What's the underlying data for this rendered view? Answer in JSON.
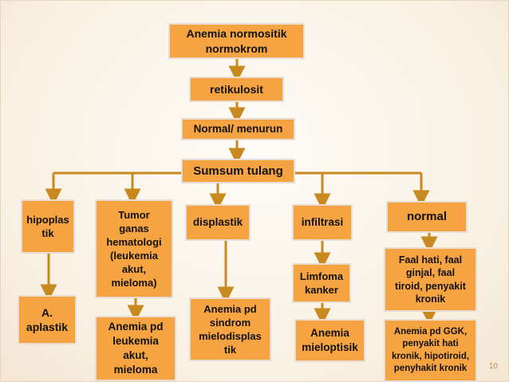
{
  "nodes": {
    "root": "Anemia normositik\nnormokrom",
    "retikulosit": "retikulosit",
    "normal_menurun": "Normal/ menurun",
    "sumsum_tulang": "Sumsum tulang",
    "hipoplastik": "hipoplas\ntik",
    "tumor_ganas": "Tumor\nganas\nhematologi\n(leukemia\nakut,\nmieloma)",
    "displastik": "displastik",
    "infiltrasi": "infiltrasi",
    "normal": "normal",
    "aplastik": "A.\naplastik",
    "anemia_leukemia": "Anemia pd\nleukemia\nakut,\nmieloma",
    "anemia_sindrom": "Anemia pd\nsindrom\nmielodisplas\ntik",
    "limfoma": "Limfoma\nkanker",
    "anemia_mieloptisik": "Anemia\nmieloptisik",
    "faal_hati": "Faal hati, faal\nginjal, faal\ntiroid, penyakit\nkronik",
    "anemia_ggk": "Anemia pd GGK,\npenyakit hati\nkronik, hipotiroid,\npenyhakit kronik"
  },
  "colors": {
    "box_fill": "#f6a441",
    "box_border": "#e8ddd0",
    "connector": "#c8891f"
  },
  "slide_number": "10"
}
